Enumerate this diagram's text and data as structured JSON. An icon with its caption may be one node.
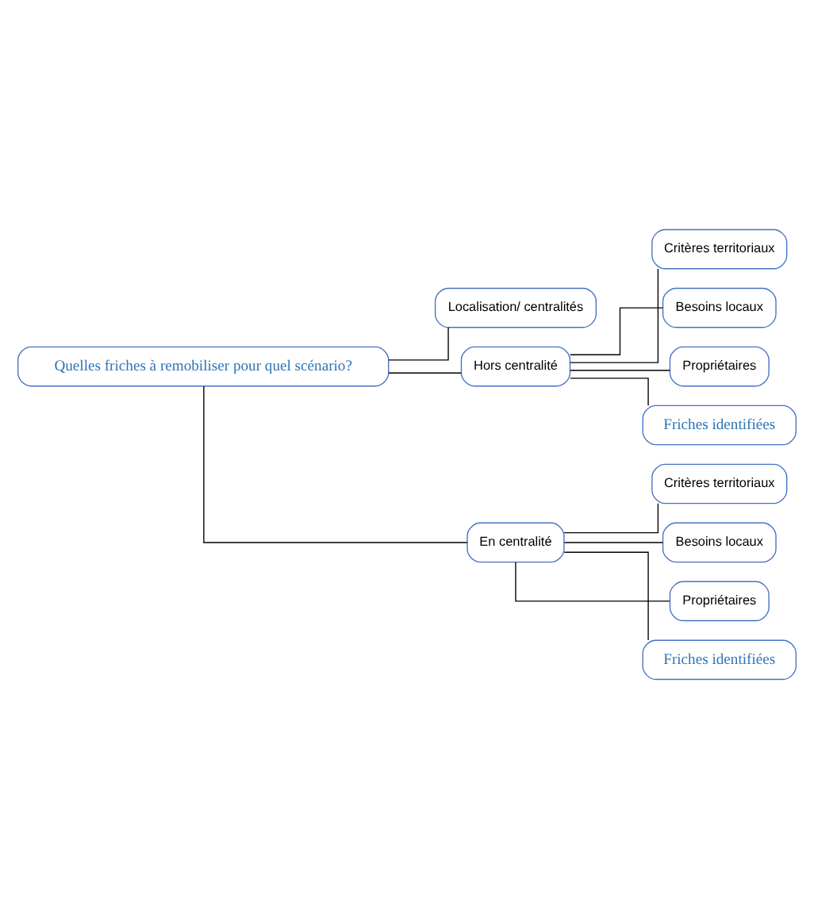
{
  "diagram": {
    "nodes": [
      {
        "text": [
          "Quelles friches à remobiliser pour quel scénario?"
        ]
      },
      {
        "text": [
          "Localisation/ centralités"
        ]
      },
      {
        "text": [
          "Hors centralité"
        ]
      },
      {
        "text": [
          "Critères territoriaux"
        ]
      },
      {
        "text": [
          "Besoins locaux"
        ]
      },
      {
        "text": [
          "Propriétaires"
        ]
      },
      {
        "text": [
          "Friches identifiées"
        ]
      },
      {
        "text": [
          "En centralité"
        ]
      },
      {
        "text": [
          "Critères territoriaux"
        ]
      },
      {
        "text": [
          "Besoins locaux"
        ]
      },
      {
        "text": [
          "Propriétaires"
        ]
      },
      {
        "text": [
          "Friches identifiées"
        ]
      }
    ],
    "edges": [
      {
        "from": 0,
        "to": 1,
        "arrow": "none"
      },
      {
        "from": 0,
        "to": 2,
        "arrow": "none"
      },
      {
        "from": 0,
        "to": 7,
        "arrow": "none"
      },
      {
        "from": 2,
        "to": 3,
        "arrow": "none"
      },
      {
        "from": 2,
        "to": 4,
        "arrow": "none"
      },
      {
        "from": 2,
        "to": 5,
        "arrow": "none"
      },
      {
        "from": 2,
        "to": 6,
        "arrow": "none"
      },
      {
        "from": 7,
        "to": 8,
        "arrow": "none"
      },
      {
        "from": 7,
        "to": 9,
        "arrow": "none"
      },
      {
        "from": 7,
        "to": 10,
        "arrow": "none"
      },
      {
        "from": 7,
        "to": 11,
        "arrow": "none"
      }
    ]
  }
}
